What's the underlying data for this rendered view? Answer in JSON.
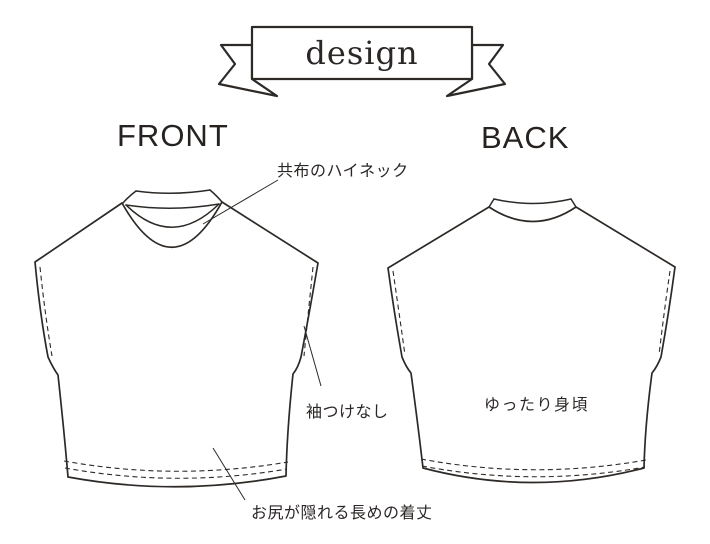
{
  "banner": {
    "label": "design"
  },
  "front_view": {
    "label": "FRONT",
    "annotations": {
      "neckline": "共布のハイネック",
      "sleeve": "袖つけなし",
      "hem_length": "お尻が隠れる長めの着丈"
    }
  },
  "back_view": {
    "label": "BACK",
    "annotations": {
      "body": "ゆったり身頃"
    }
  },
  "colors": {
    "line": "#2d2926",
    "text": "#262220",
    "background": "#ffffff"
  }
}
